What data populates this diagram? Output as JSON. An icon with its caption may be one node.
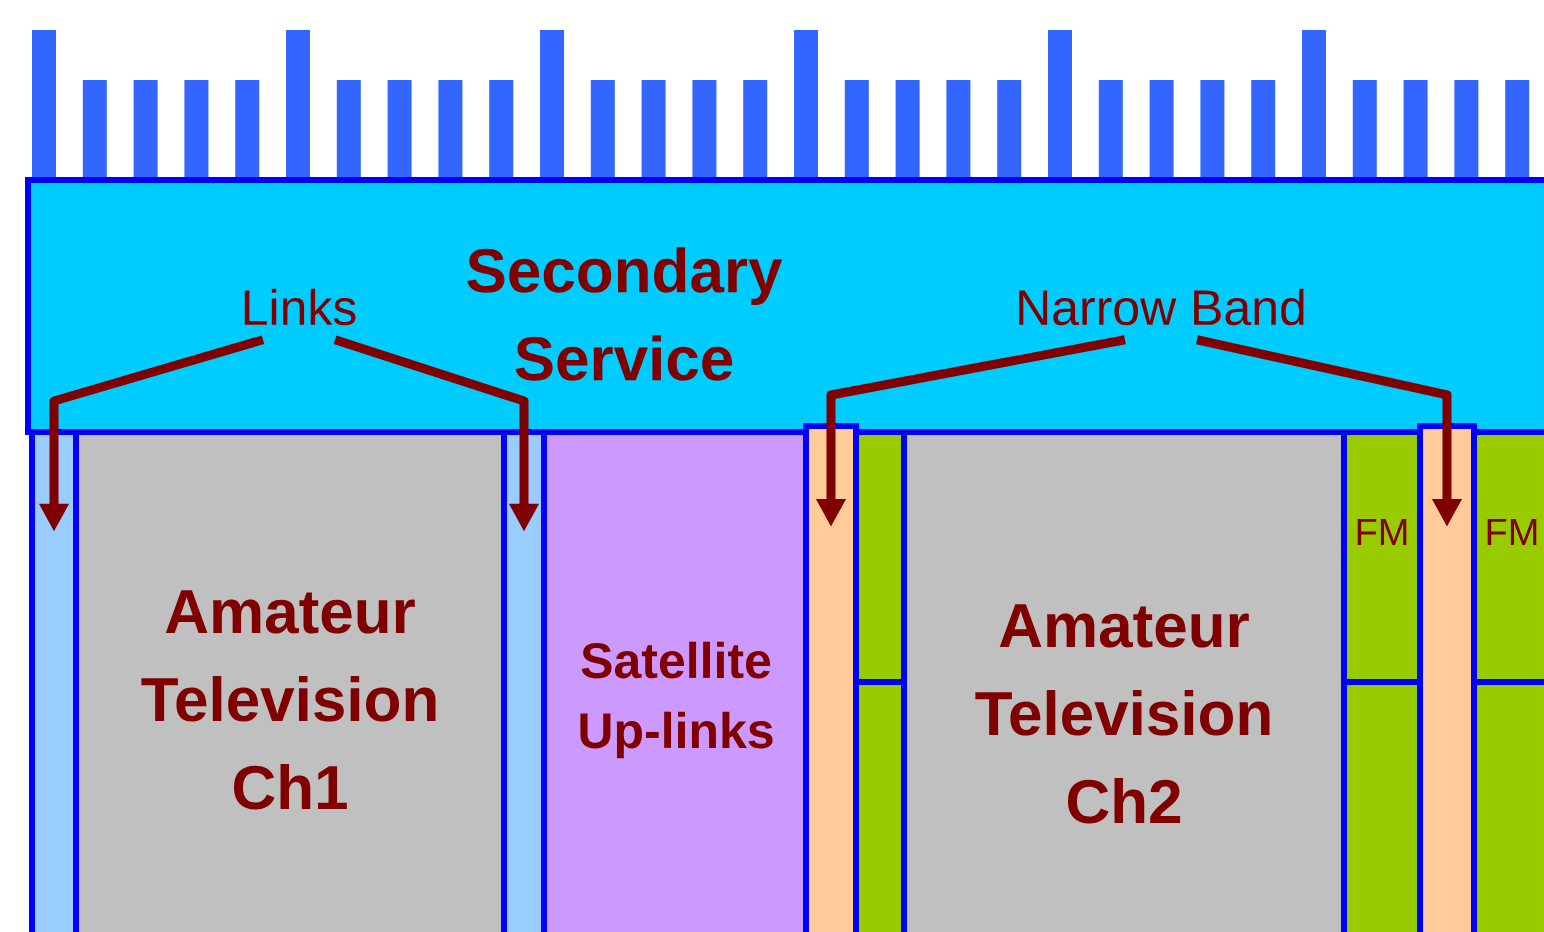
{
  "diagram": {
    "nodes": [
      {
        "text": [
          "Secondary Service"
        ]
      },
      {
        "text": [
          "Links"
        ],
        "in": 0
      },
      {
        "text": [
          "Narrow Band"
        ],
        "in": 0
      },
      {
        "text": [],
        "shape": "bar"
      },
      {
        "text": [
          "Amateur Television Ch1"
        ]
      },
      {
        "text": [],
        "shape": "bar"
      },
      {
        "text": [
          "Satellite Up-links"
        ]
      },
      {
        "text": [],
        "shape": "bar"
      },
      {
        "text": [],
        "shape": "box"
      },
      {
        "text": [],
        "shape": "box"
      },
      {
        "text": [
          "Amateur Television Ch2"
        ]
      },
      {
        "text": [
          "FM"
        ]
      },
      {
        "text": [],
        "shape": "box"
      },
      {
        "text": [],
        "shape": "bar"
      },
      {
        "text": [
          "FM"
        ]
      },
      {
        "text": [],
        "shape": "box"
      }
    ],
    "edges": [
      {
        "from": 1,
        "to": 3,
        "arrow": "to"
      },
      {
        "from": 1,
        "to": 5,
        "arrow": "to"
      },
      {
        "from": 2,
        "to": 7,
        "arrow": "to"
      },
      {
        "from": 2,
        "to": 13,
        "arrow": "to"
      }
    ]
  }
}
